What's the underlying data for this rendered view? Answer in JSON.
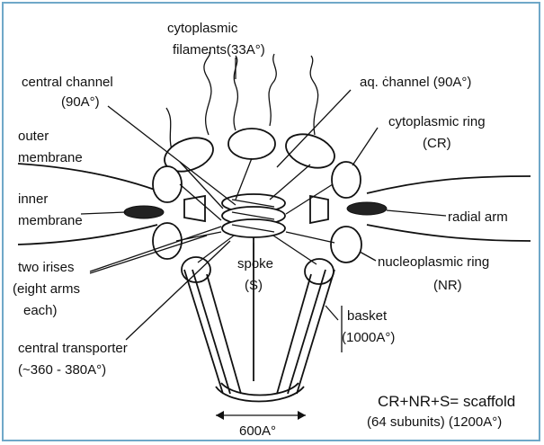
{
  "labels": {
    "cytoplasmic_filaments_1": "cytoplasmic",
    "cytoplasmic_filaments_2": "filaments(33A°)",
    "central_channel_1": "central channel",
    "central_channel_2": "(90A°)",
    "aq_channel": "aq. ċhannel (90A°)",
    "cytoplasmic_ring_1": "cytoplasmic ring",
    "cytoplasmic_ring_2": "(CR)",
    "outer_membrane_1": "outer",
    "outer_membrane_2": "membrane",
    "inner_membrane_1": "inner",
    "inner_membrane_2": "membrane",
    "radial_arm": "radial arm",
    "two_irises_1": "two irises",
    "two_irises_2": "(eight arms",
    "two_irises_3": "each)",
    "spoke_1": "spoke",
    "spoke_2": "(S)",
    "nucleoplasmic_ring_1": "nucleoplasmic ring",
    "nucleoplasmic_ring_2": "(NR)",
    "basket_1": "basket",
    "basket_2": "(1000A°)",
    "central_transporter_1": "central transporter",
    "central_transporter_2": "(~360 - 380A°)",
    "scaffold_1": "CR+NR+S=  scaffold",
    "scaffold_2": "(64 subunits)   (1200A°)",
    "width_label": "600A°"
  },
  "colors": {
    "frame_border": "#6fa8c8",
    "ink": "#111111",
    "background": "#ffffff"
  }
}
